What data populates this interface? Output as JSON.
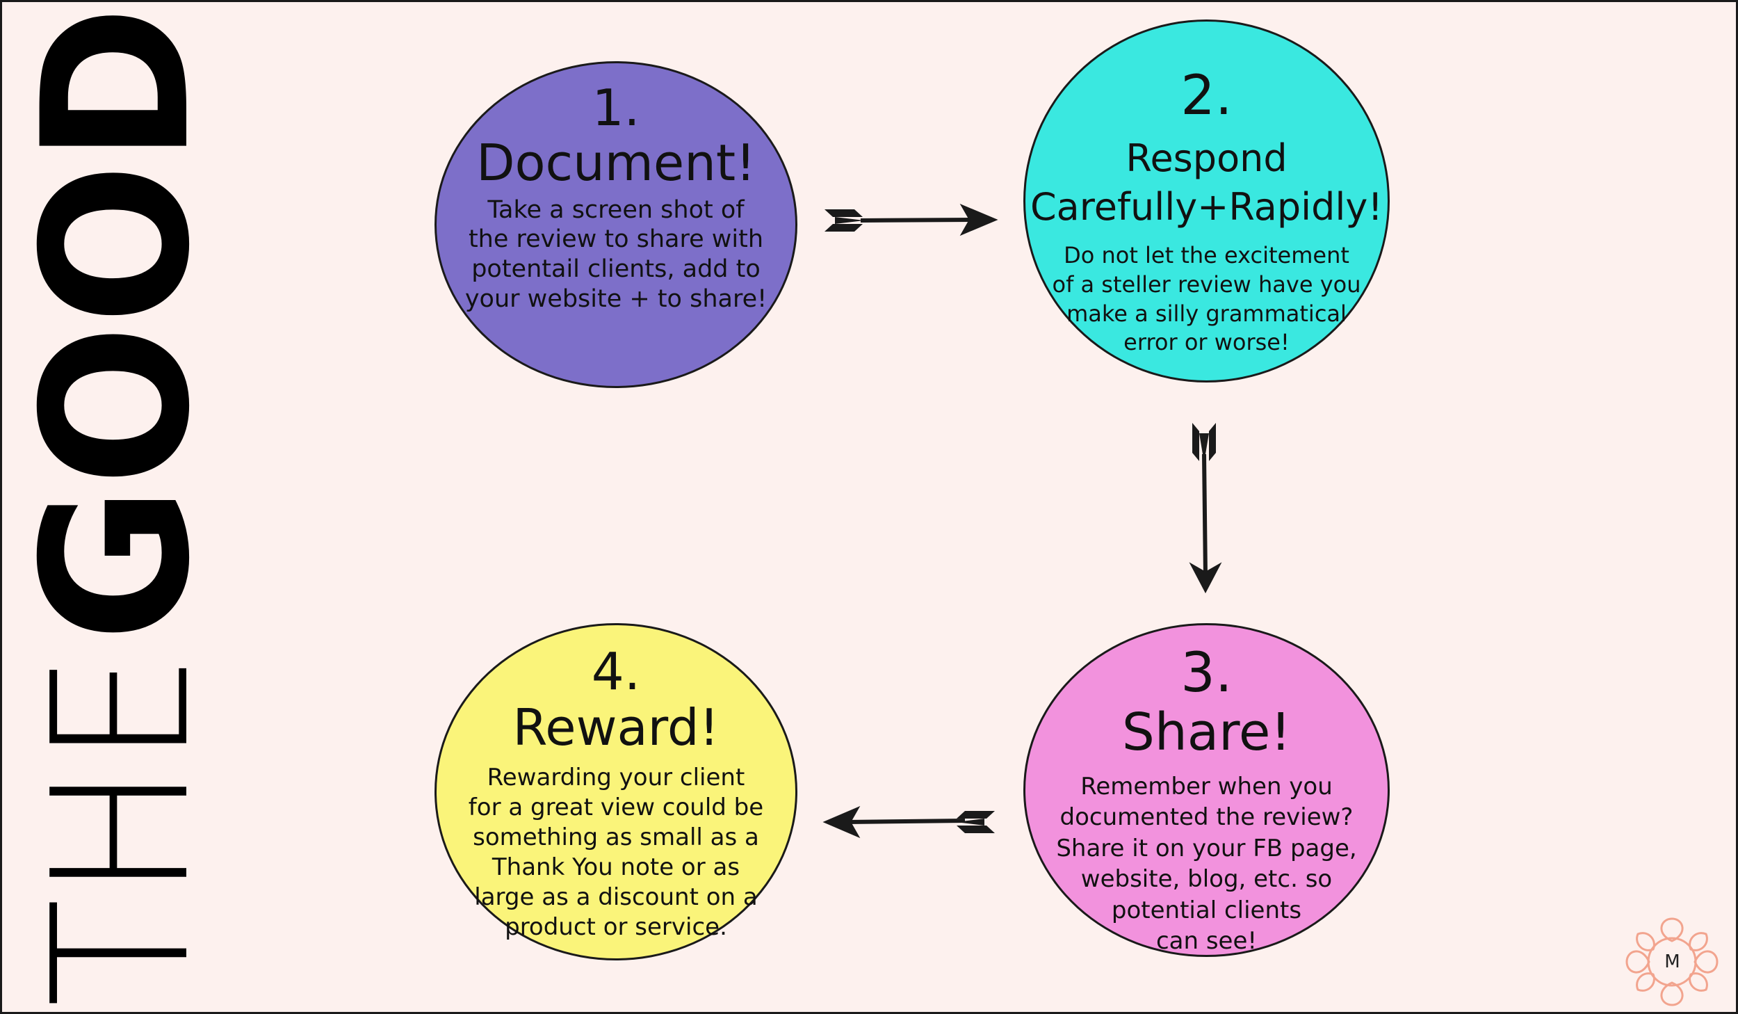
{
  "page": {
    "side_title_the": "THE",
    "side_title_good": "GOOD",
    "logo_letter": "M"
  },
  "steps": [
    {
      "number": "1.",
      "title": "Document!",
      "description": "Take a screen shot of\nthe review to share with\npotentail clients, add to\nyour website + to share!",
      "color": "#7d6fc9"
    },
    {
      "number": "2.",
      "title": "Respond\nCarefully+Rapidly!",
      "description": "Do not let the excitement\nof a steller review have you\nmake a silly grammatical\nerror or worse!",
      "color": "#3ae8e0"
    },
    {
      "number": "3.",
      "title": "Share!",
      "description": "Remember when you\ndocumented the review?\nShare it on your FB page,\nwebsite, blog, etc. so\npotential clients\ncan see!",
      "color": "#f292dd"
    },
    {
      "number": "4.",
      "title": "Reward!",
      "description": "Rewarding your client\nfor a great view could be\nsomething as small as a\nThank You note or as\nlarge as a discount on a\nproduct or service.",
      "color": "#faf47a"
    }
  ],
  "colors": {
    "background": "#fdf1ee",
    "arrow": "#1a1a1a",
    "logo": "#f2a48e"
  },
  "icons": [
    "arrow-right-icon",
    "arrow-down-icon",
    "arrow-left-icon",
    "logo-knot-icon"
  ]
}
